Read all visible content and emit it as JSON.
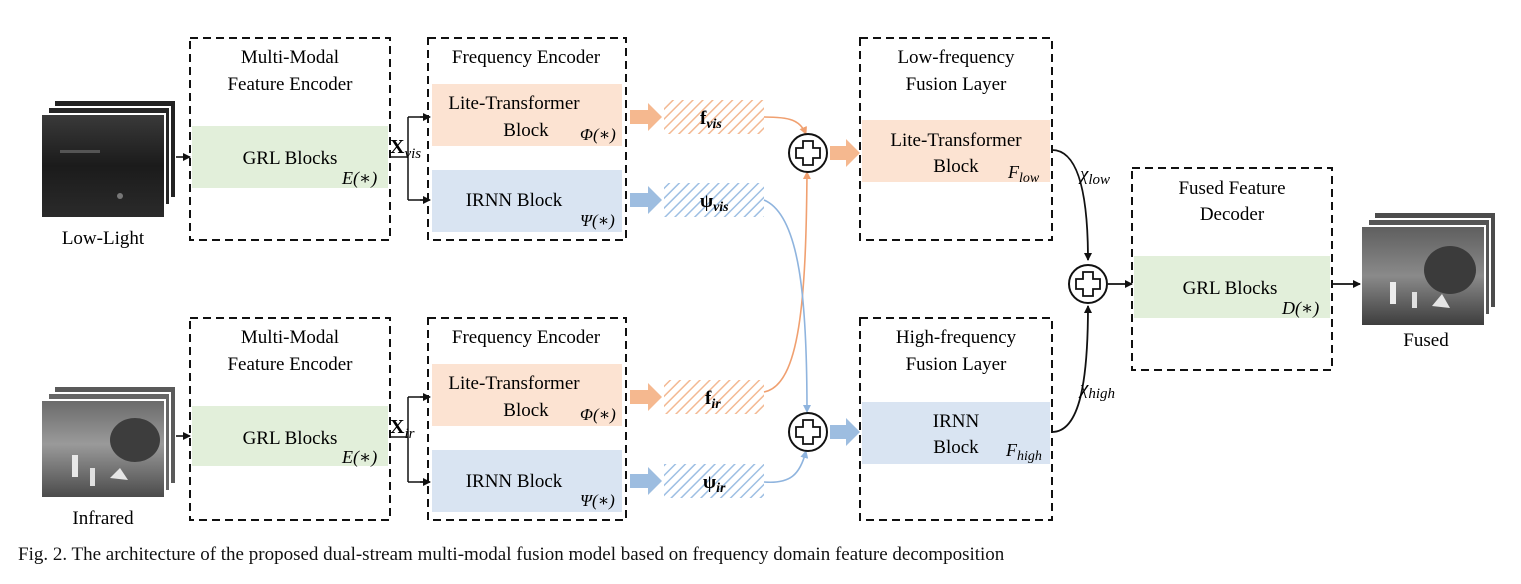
{
  "figure": {
    "caption": "Fig. 2. The architecture of the proposed dual-stream multi-modal fusion model based on frequency domain feature decomposition"
  },
  "inputs": {
    "low_light_label": "Low-Light",
    "infrared_label": "Infrared",
    "fused_label": "Fused"
  },
  "encoder_top": {
    "title_line1": "Multi-Modal",
    "title_line2": "Feature Encoder",
    "block": "GRL Blocks",
    "func": "E(∗)",
    "output_main": "X",
    "output_sub": "vis"
  },
  "encoder_bottom": {
    "title_line1": "Multi-Modal",
    "title_line2": "Feature Encoder",
    "block": "GRL Blocks",
    "func": "E(∗)",
    "output_main": "X",
    "output_sub": "ir"
  },
  "freq_top": {
    "title": "Frequency Encoder",
    "lite_line1": "Lite-Transformer",
    "lite_line2": "Block",
    "lite_func": "Φ(∗)",
    "irnn": "IRNN Block",
    "irnn_func": "Ψ(∗)",
    "feat_f_main": "f",
    "feat_f_sub": "vis",
    "feat_psi_main": "ψ",
    "feat_psi_sub": "vis"
  },
  "freq_bottom": {
    "title": "Frequency Encoder",
    "lite_line1": "Lite-Transformer",
    "lite_line2": "Block",
    "lite_func": "Φ(∗)",
    "irnn": "IRNN Block",
    "irnn_func": "Ψ(∗)",
    "feat_f_main": "f",
    "feat_f_sub": "ir",
    "feat_psi_main": "ψ",
    "feat_psi_sub": "ir"
  },
  "low_fusion": {
    "title_line1": "Low-frequency",
    "title_line2": "Fusion Layer",
    "block_line1": "Lite-Transformer",
    "block_line2": "Block",
    "func_main": "F",
    "func_sub": "low",
    "out_main": "χ",
    "out_sub": "low"
  },
  "high_fusion": {
    "title_line1": "High-frequency",
    "title_line2": "Fusion Layer",
    "block_line1": "IRNN",
    "block_line2": "Block",
    "func_main": "F",
    "func_sub": "high",
    "out_main": "χ",
    "out_sub": "high"
  },
  "decoder": {
    "title_line1": "Fused Feature",
    "title_line2": "Decoder",
    "block": "GRL Blocks",
    "func": "D(∗)"
  },
  "colors": {
    "orange_fill": "#fce3d2",
    "orange_arrow": "#f5b88f",
    "blue_fill": "#d9e4f2",
    "blue_arrow": "#9dbde0",
    "green_fill": "#e2efda"
  }
}
